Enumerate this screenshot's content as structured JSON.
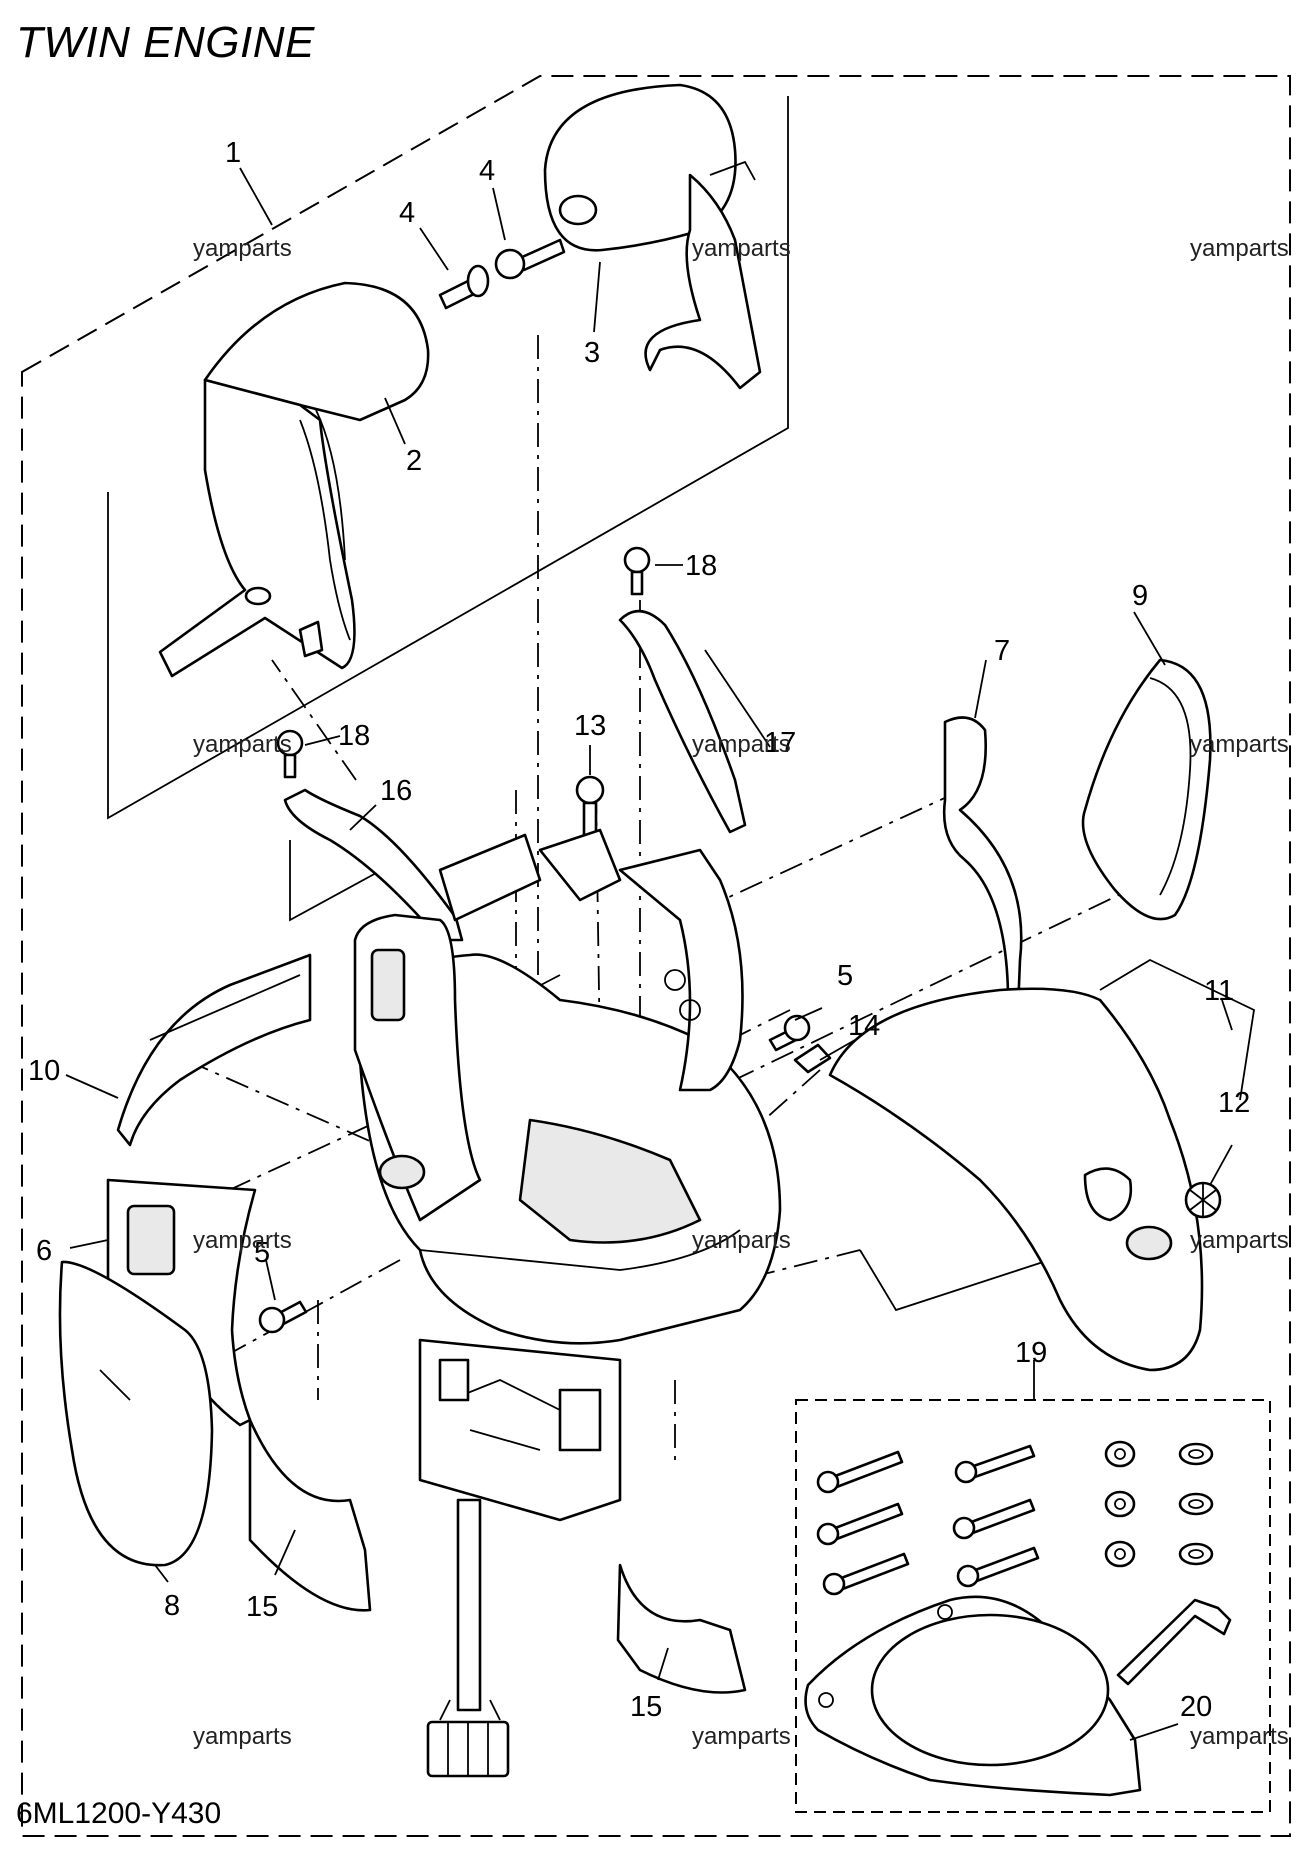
{
  "title": "TWIN ENGINE",
  "part_code": "6ML1200-Y430",
  "watermark": "yamparts",
  "callouts": [
    "1",
    "2",
    "3",
    "4",
    "4",
    "5",
    "6",
    "7",
    "8",
    "9",
    "10",
    "11",
    "12",
    "13",
    "14",
    "15",
    "15",
    "16",
    "17",
    "18",
    "18",
    "19",
    "20",
    "5"
  ]
}
